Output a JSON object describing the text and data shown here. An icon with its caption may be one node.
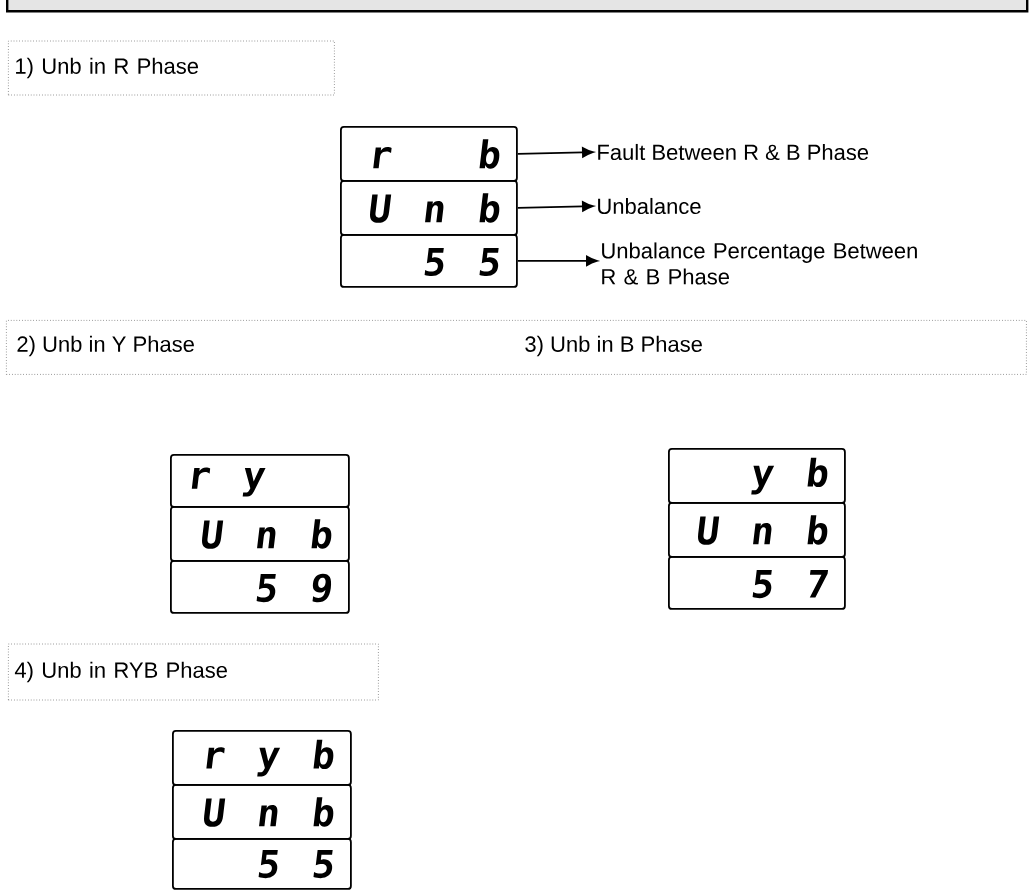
{
  "diagram": {
    "nodes": [
      {
        "text": [],
        "shape": "bar"
      },
      {
        "text": [
          "1) Unb in R Phase"
        ]
      },
      {
        "text": [
          "r b"
        ]
      },
      {
        "text": [
          "U n b"
        ]
      },
      {
        "text": [
          "5 5"
        ]
      },
      {
        "text": [
          "Fault Between R & B Phase"
        ]
      },
      {
        "text": [
          "Unbalance"
        ]
      },
      {
        "text": [
          "Unbalance Percentage Between R & B Phase"
        ]
      },
      {
        "text": [
          "2) Unb in Y Phase",
          "3) Unb in B Phase"
        ]
      },
      {
        "text": [
          "r y"
        ]
      },
      {
        "text": [
          "U n b"
        ]
      },
      {
        "text": [
          "5 9"
        ]
      },
      {
        "text": [
          "y b"
        ]
      },
      {
        "text": [
          "U n b"
        ]
      },
      {
        "text": [
          "5 7"
        ]
      },
      {
        "text": [
          "4) Unb in RYB Phase"
        ]
      },
      {
        "text": [
          "r y b"
        ]
      },
      {
        "text": [
          "U n b"
        ]
      },
      {
        "text": [
          "5 5"
        ]
      }
    ],
    "edges": [
      {
        "from": 2,
        "to": 5,
        "arrow": "to"
      },
      {
        "from": 3,
        "to": 6,
        "arrow": "to"
      },
      {
        "from": 4,
        "to": 7,
        "arrow": "to"
      }
    ]
  }
}
